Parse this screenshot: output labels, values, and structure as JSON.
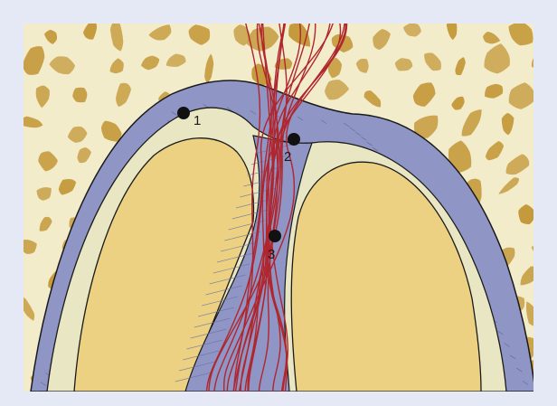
{
  "colors": {
    "frame_background": "#e4e9f5",
    "bone_background": "#f2eccb",
    "trabecular_bone": "#c59a3c",
    "periodontal_ligament": "#8f95c4",
    "ligament_fiber_lines": "#6d72a3",
    "cementum_layer": "#e9e7c3",
    "dentin_pulp": "#edd183",
    "nerve_fibers": "#b0262e",
    "outline": "#1a1a1a",
    "marker": "#111111"
  },
  "markers": [
    {
      "label": "1"
    },
    {
      "label": "2"
    },
    {
      "label": "3"
    }
  ]
}
